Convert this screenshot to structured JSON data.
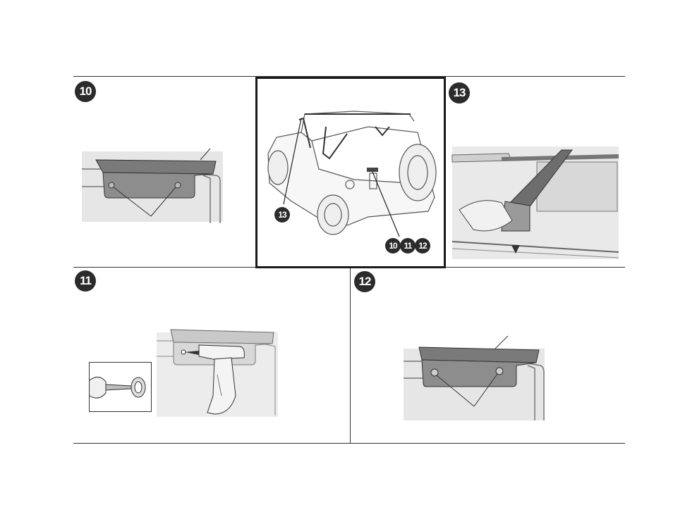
{
  "steps": {
    "s10": "10",
    "s11": "11",
    "s12": "12",
    "s13": "13"
  },
  "callouts": {
    "c13": "13",
    "c10": "10",
    "c11": "11",
    "c12": "12"
  },
  "colors": {
    "badge": "#2b2b2b",
    "frame": "#1a1a1a",
    "bracket_fill": "#8d8d8d",
    "background_gray": "#e6e6e6"
  }
}
